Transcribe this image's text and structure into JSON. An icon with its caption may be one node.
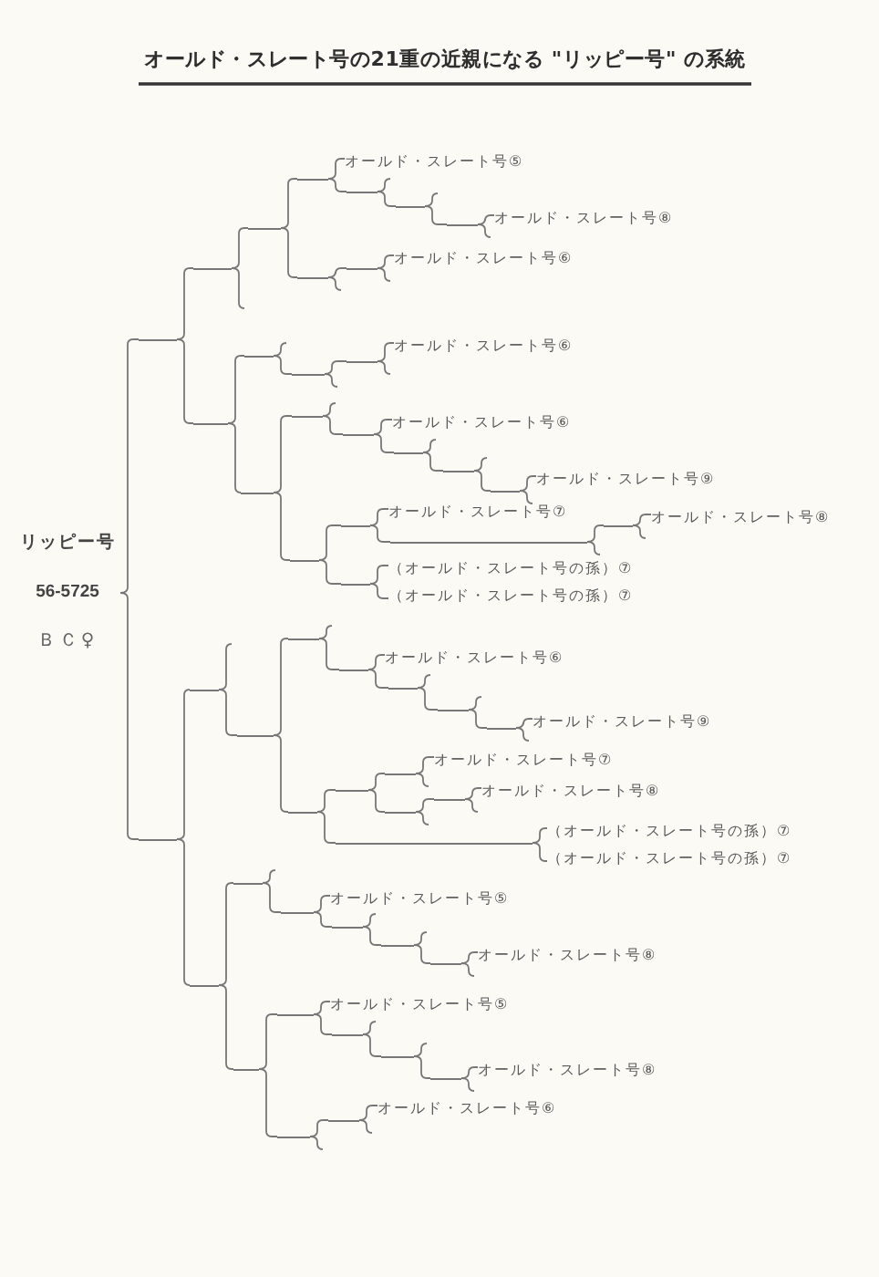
{
  "diagram": {
    "title": "オールド・スレート号の21重の近親になる \"リッピー号\" の系統",
    "nodes": [
      {
        "text": [
          "リッピー号",
          "56-5725",
          "ＢＣ♀"
        ]
      },
      {
        "text": [],
        "shape": "line"
      },
      {
        "text": [],
        "shape": "line"
      },
      {
        "text": [],
        "shape": "line"
      },
      {
        "text": [],
        "shape": "line"
      },
      {
        "text": [
          "オールド・スレート号⑤"
        ]
      },
      {
        "text": [],
        "shape": "line"
      },
      {
        "text": [],
        "shape": "line"
      },
      {
        "text": [],
        "shape": "line"
      },
      {
        "text": [
          "オールド・スレート号⑧"
        ]
      },
      {
        "text": [],
        "shape": "line"
      },
      {
        "text": [],
        "shape": "line"
      },
      {
        "text": [
          "オールド・スレート号⑥"
        ]
      },
      {
        "text": [],
        "shape": "line"
      },
      {
        "text": [],
        "shape": "line"
      },
      {
        "text": [],
        "shape": "line"
      },
      {
        "text": [],
        "shape": "line"
      },
      {
        "text": [
          "オールド・スレート号⑥"
        ]
      },
      {
        "text": [],
        "shape": "line"
      },
      {
        "text": [],
        "shape": "line"
      },
      {
        "text": [],
        "shape": "line"
      },
      {
        "text": [
          "オールド・スレート号⑥"
        ]
      },
      {
        "text": [],
        "shape": "line"
      },
      {
        "text": [],
        "shape": "line"
      },
      {
        "text": [],
        "shape": "line"
      },
      {
        "text": [
          "オールド・スレート号⑨"
        ]
      },
      {
        "text": [],
        "shape": "line"
      },
      {
        "text": [],
        "shape": "line"
      },
      {
        "text": [
          "オールド・スレート号⑦"
        ]
      },
      {
        "text": [],
        "shape": "line"
      },
      {
        "text": [],
        "shape": "line"
      },
      {
        "text": [
          "オールド・スレート号⑧"
        ]
      },
      {
        "text": [],
        "shape": "line"
      },
      {
        "text": [
          "（オールド・スレート号の孫）⑦"
        ]
      },
      {
        "text": [
          "（オールド・スレート号の孫）⑦"
        ]
      },
      {
        "text": [],
        "shape": "line"
      },
      {
        "text": [],
        "shape": "line"
      },
      {
        "text": [],
        "shape": "line"
      },
      {
        "text": [],
        "shape": "line"
      },
      {
        "text": [],
        "shape": "line"
      },
      {
        "text": [
          "オールド・スレート号⑥"
        ]
      },
      {
        "text": [],
        "shape": "line"
      },
      {
        "text": [],
        "shape": "line"
      },
      {
        "text": [],
        "shape": "line"
      },
      {
        "text": [
          "オールド・スレート号⑨"
        ]
      },
      {
        "text": [],
        "shape": "line"
      },
      {
        "text": [],
        "shape": "line"
      },
      {
        "text": [],
        "shape": "line"
      },
      {
        "text": [
          "オールド・スレート号⑦"
        ]
      },
      {
        "text": [],
        "shape": "line"
      },
      {
        "text": [],
        "shape": "line"
      },
      {
        "text": [
          "オールド・スレート号⑧"
        ]
      },
      {
        "text": [],
        "shape": "line"
      },
      {
        "text": [
          "（オールド・スレート号の孫）⑦"
        ]
      },
      {
        "text": [
          "（オールド・スレート号の孫）⑦"
        ]
      },
      {
        "text": [],
        "shape": "line"
      },
      {
        "text": [],
        "shape": "line"
      },
      {
        "text": [],
        "shape": "line"
      },
      {
        "text": [
          "オールド・スレート号⑤"
        ]
      },
      {
        "text": [],
        "shape": "line"
      },
      {
        "text": [],
        "shape": "line"
      },
      {
        "text": [],
        "shape": "line"
      },
      {
        "text": [
          "オールド・スレート号⑧"
        ]
      },
      {
        "text": [],
        "shape": "line"
      },
      {
        "text": [],
        "shape": "line"
      },
      {
        "text": [
          "オールド・スレート号⑤"
        ]
      },
      {
        "text": [],
        "shape": "line"
      },
      {
        "text": [],
        "shape": "line"
      },
      {
        "text": [],
        "shape": "line"
      },
      {
        "text": [
          "オールド・スレート号⑧"
        ]
      },
      {
        "text": [],
        "shape": "line"
      },
      {
        "text": [],
        "shape": "line"
      },
      {
        "text": [
          "オールド・スレート号⑥"
        ]
      }
    ],
    "edges": [
      {
        "from": 0,
        "to": 1,
        "arrow": "none"
      },
      {
        "from": 0,
        "to": 35,
        "arrow": "none"
      },
      {
        "from": 1,
        "to": 2,
        "arrow": "none"
      },
      {
        "from": 1,
        "to": 13,
        "arrow": "none"
      },
      {
        "from": 2,
        "to": 3,
        "arrow": "none"
      },
      {
        "from": 3,
        "to": 4,
        "arrow": "none"
      },
      {
        "from": 3,
        "to": 10,
        "arrow": "none"
      },
      {
        "from": 4,
        "to": 5,
        "arrow": "none"
      },
      {
        "from": 4,
        "to": 6,
        "arrow": "none"
      },
      {
        "from": 6,
        "to": 7,
        "arrow": "none"
      },
      {
        "from": 7,
        "to": 8,
        "arrow": "none"
      },
      {
        "from": 8,
        "to": 9,
        "arrow": "none"
      },
      {
        "from": 10,
        "to": 11,
        "arrow": "none"
      },
      {
        "from": 11,
        "to": 12,
        "arrow": "none"
      },
      {
        "from": 13,
        "to": 14,
        "arrow": "none"
      },
      {
        "from": 13,
        "to": 18,
        "arrow": "none"
      },
      {
        "from": 14,
        "to": 15,
        "arrow": "none"
      },
      {
        "from": 15,
        "to": 16,
        "arrow": "none"
      },
      {
        "from": 16,
        "to": 17,
        "arrow": "none"
      },
      {
        "from": 18,
        "to": 19,
        "arrow": "none"
      },
      {
        "from": 18,
        "to": 26,
        "arrow": "none"
      },
      {
        "from": 19,
        "to": 20,
        "arrow": "none"
      },
      {
        "from": 20,
        "to": 21,
        "arrow": "none"
      },
      {
        "from": 20,
        "to": 22,
        "arrow": "none"
      },
      {
        "from": 22,
        "to": 23,
        "arrow": "none"
      },
      {
        "from": 23,
        "to": 24,
        "arrow": "none"
      },
      {
        "from": 24,
        "to": 25,
        "arrow": "none"
      },
      {
        "from": 26,
        "to": 27,
        "arrow": "none"
      },
      {
        "from": 26,
        "to": 32,
        "arrow": "none"
      },
      {
        "from": 27,
        "to": 28,
        "arrow": "none"
      },
      {
        "from": 27,
        "to": 29,
        "arrow": "none"
      },
      {
        "from": 29,
        "to": 30,
        "arrow": "none"
      },
      {
        "from": 30,
        "to": 31,
        "arrow": "none"
      },
      {
        "from": 32,
        "to": 33,
        "arrow": "none"
      },
      {
        "from": 32,
        "to": 34,
        "arrow": "none"
      },
      {
        "from": 35,
        "to": 36,
        "arrow": "none"
      },
      {
        "from": 35,
        "to": 55,
        "arrow": "none"
      },
      {
        "from": 36,
        "to": 37,
        "arrow": "none"
      },
      {
        "from": 37,
        "to": 38,
        "arrow": "none"
      },
      {
        "from": 37,
        "to": 45,
        "arrow": "none"
      },
      {
        "from": 38,
        "to": 39,
        "arrow": "none"
      },
      {
        "from": 39,
        "to": 40,
        "arrow": "none"
      },
      {
        "from": 39,
        "to": 41,
        "arrow": "none"
      },
      {
        "from": 41,
        "to": 42,
        "arrow": "none"
      },
      {
        "from": 42,
        "to": 43,
        "arrow": "none"
      },
      {
        "from": 43,
        "to": 44,
        "arrow": "none"
      },
      {
        "from": 45,
        "to": 46,
        "arrow": "none"
      },
      {
        "from": 45,
        "to": 52,
        "arrow": "none"
      },
      {
        "from": 46,
        "to": 47,
        "arrow": "none"
      },
      {
        "from": 46,
        "to": 49,
        "arrow": "none"
      },
      {
        "from": 47,
        "to": 48,
        "arrow": "none"
      },
      {
        "from": 49,
        "to": 50,
        "arrow": "none"
      },
      {
        "from": 50,
        "to": 51,
        "arrow": "none"
      },
      {
        "from": 52,
        "to": 53,
        "arrow": "none"
      },
      {
        "from": 52,
        "to": 54,
        "arrow": "none"
      },
      {
        "from": 55,
        "to": 56,
        "arrow": "none"
      },
      {
        "from": 55,
        "to": 63,
        "arrow": "none"
      },
      {
        "from": 56,
        "to": 57,
        "arrow": "none"
      },
      {
        "from": 57,
        "to": 58,
        "arrow": "none"
      },
      {
        "from": 57,
        "to": 59,
        "arrow": "none"
      },
      {
        "from": 59,
        "to": 60,
        "arrow": "none"
      },
      {
        "from": 60,
        "to": 61,
        "arrow": "none"
      },
      {
        "from": 61,
        "to": 62,
        "arrow": "none"
      },
      {
        "from": 63,
        "to": 64,
        "arrow": "none"
      },
      {
        "from": 63,
        "to": 70,
        "arrow": "none"
      },
      {
        "from": 64,
        "to": 65,
        "arrow": "none"
      },
      {
        "from": 64,
        "to": 66,
        "arrow": "none"
      },
      {
        "from": 66,
        "to": 67,
        "arrow": "none"
      },
      {
        "from": 67,
        "to": 68,
        "arrow": "none"
      },
      {
        "from": 68,
        "to": 69,
        "arrow": "none"
      },
      {
        "from": 70,
        "to": 71,
        "arrow": "none"
      },
      {
        "from": 71,
        "to": 72,
        "arrow": "none"
      }
    ]
  }
}
